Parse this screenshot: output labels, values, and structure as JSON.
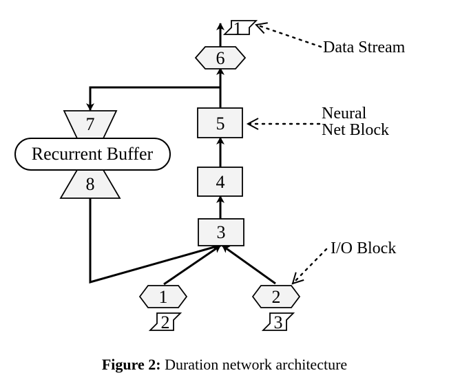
{
  "diagram": {
    "nodes": {
      "box_3": "3",
      "box_4": "4",
      "box_5": "5",
      "hex_6": "6",
      "hex_input_1": "1",
      "hex_input_2": "2",
      "trap_7": "7",
      "trap_8": "8",
      "recurrent_buffer": "Recurrent Buffer",
      "stream_out_1": "1",
      "stream_in_2": "2",
      "stream_in_3": "3"
    },
    "annotations": {
      "data_stream": "Data Stream",
      "neural_line1": "Neural",
      "neural_line2": "Net Block",
      "io_block": "I/O Block"
    }
  },
  "caption": {
    "bold": "Figure 2:",
    "text": " Duration network architecture"
  }
}
